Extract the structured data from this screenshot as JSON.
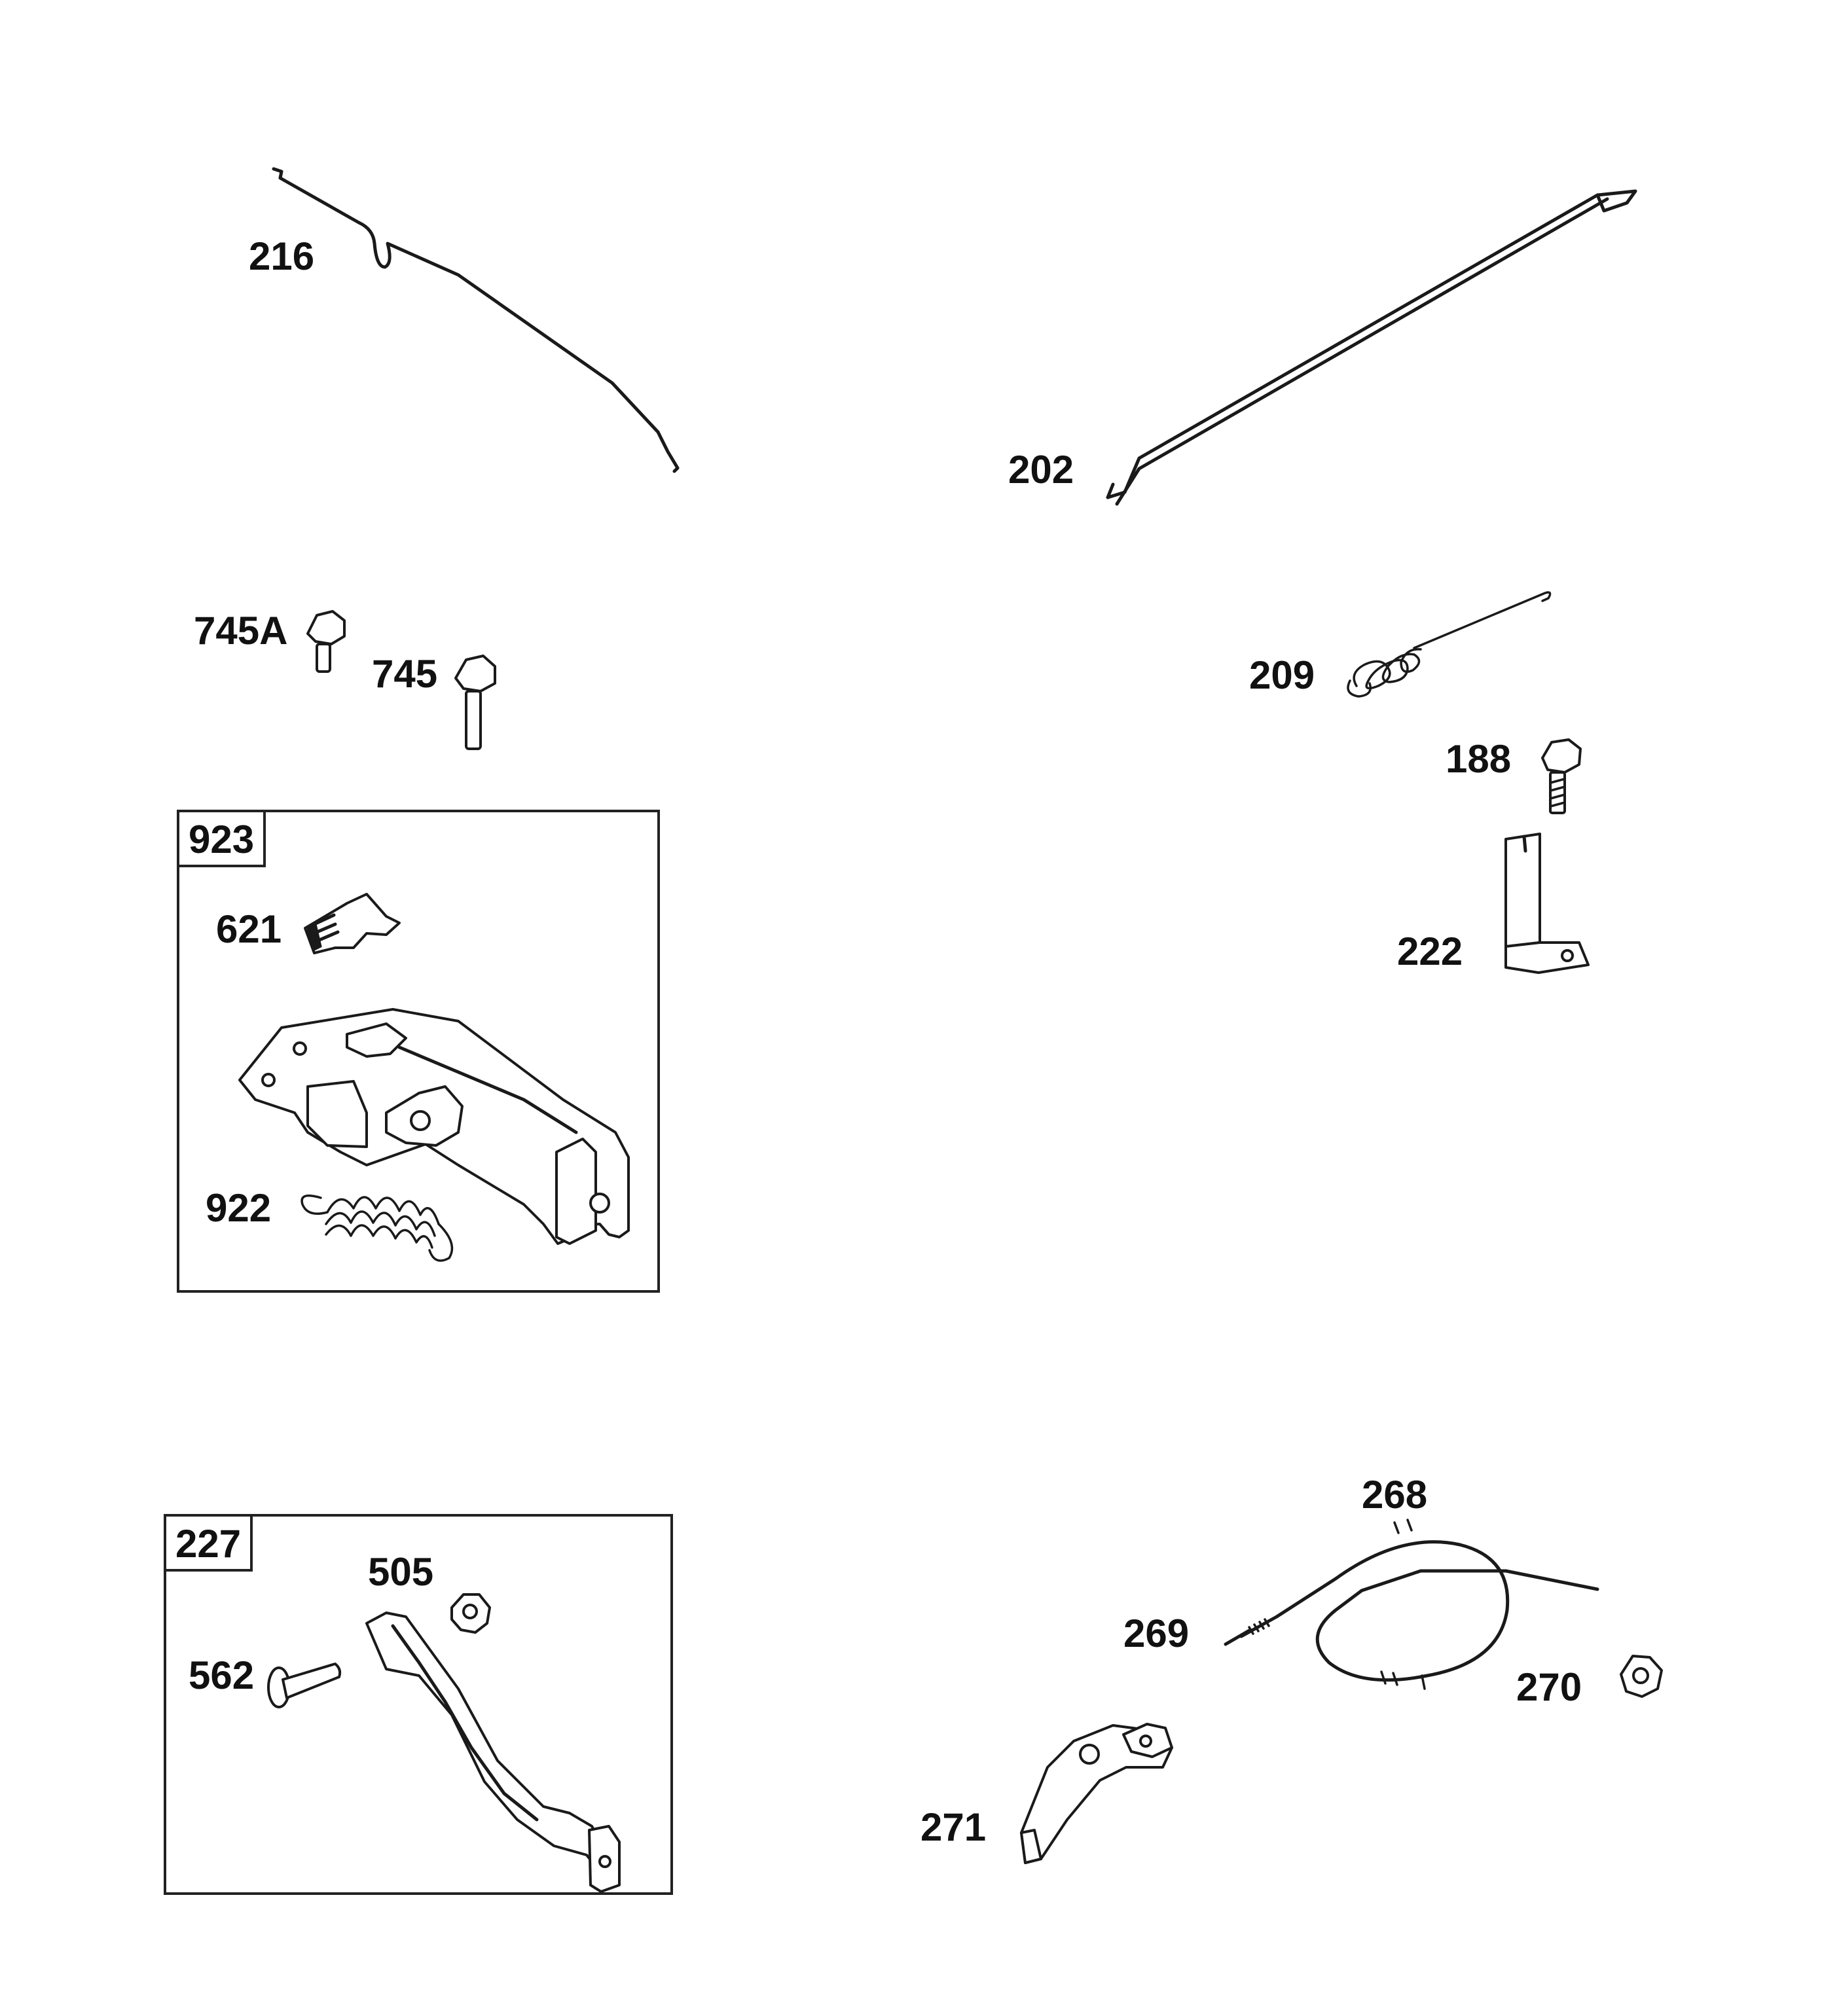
{
  "diagram": {
    "kits": [
      {
        "id": "kit-923",
        "tag": "923",
        "parts": [
          "621",
          "922"
        ]
      },
      {
        "id": "kit-227",
        "tag": "227",
        "parts": [
          "505",
          "562"
        ]
      }
    ],
    "labels": {
      "p216": "216",
      "p202": "202",
      "p745a": "745A",
      "p745": "745",
      "p209": "209",
      "p188": "188",
      "p222": "222",
      "p621": "621",
      "p922": "922",
      "p505": "505",
      "p562": "562",
      "p268": "268",
      "p269": "269",
      "p270": "270",
      "p271": "271"
    },
    "box_tags": {
      "k923": "923",
      "k227": "227"
    }
  }
}
